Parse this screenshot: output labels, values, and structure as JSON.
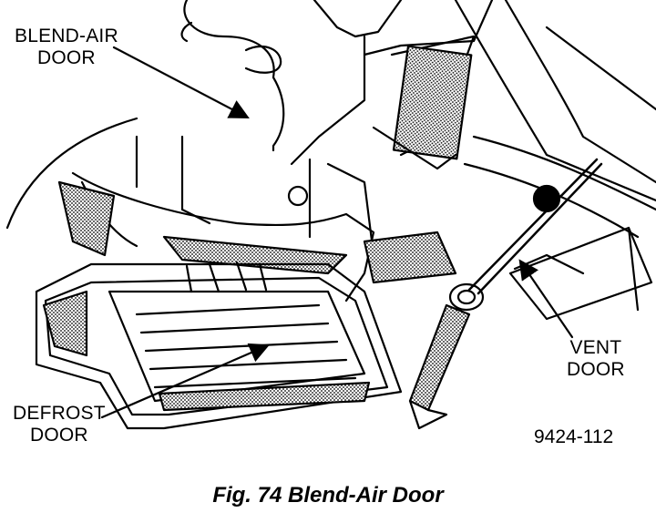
{
  "labels": {
    "blend_air_door_line1": "BLEND-AIR",
    "blend_air_door_line2": "DOOR",
    "vent_door_line1": "VENT",
    "vent_door_line2": "DOOR",
    "defrost_door_line1": "DEFROST",
    "defrost_door_line2": "DOOR"
  },
  "figure_code": "9424-112",
  "caption": "Fig. 74 Blend-Air Door"
}
